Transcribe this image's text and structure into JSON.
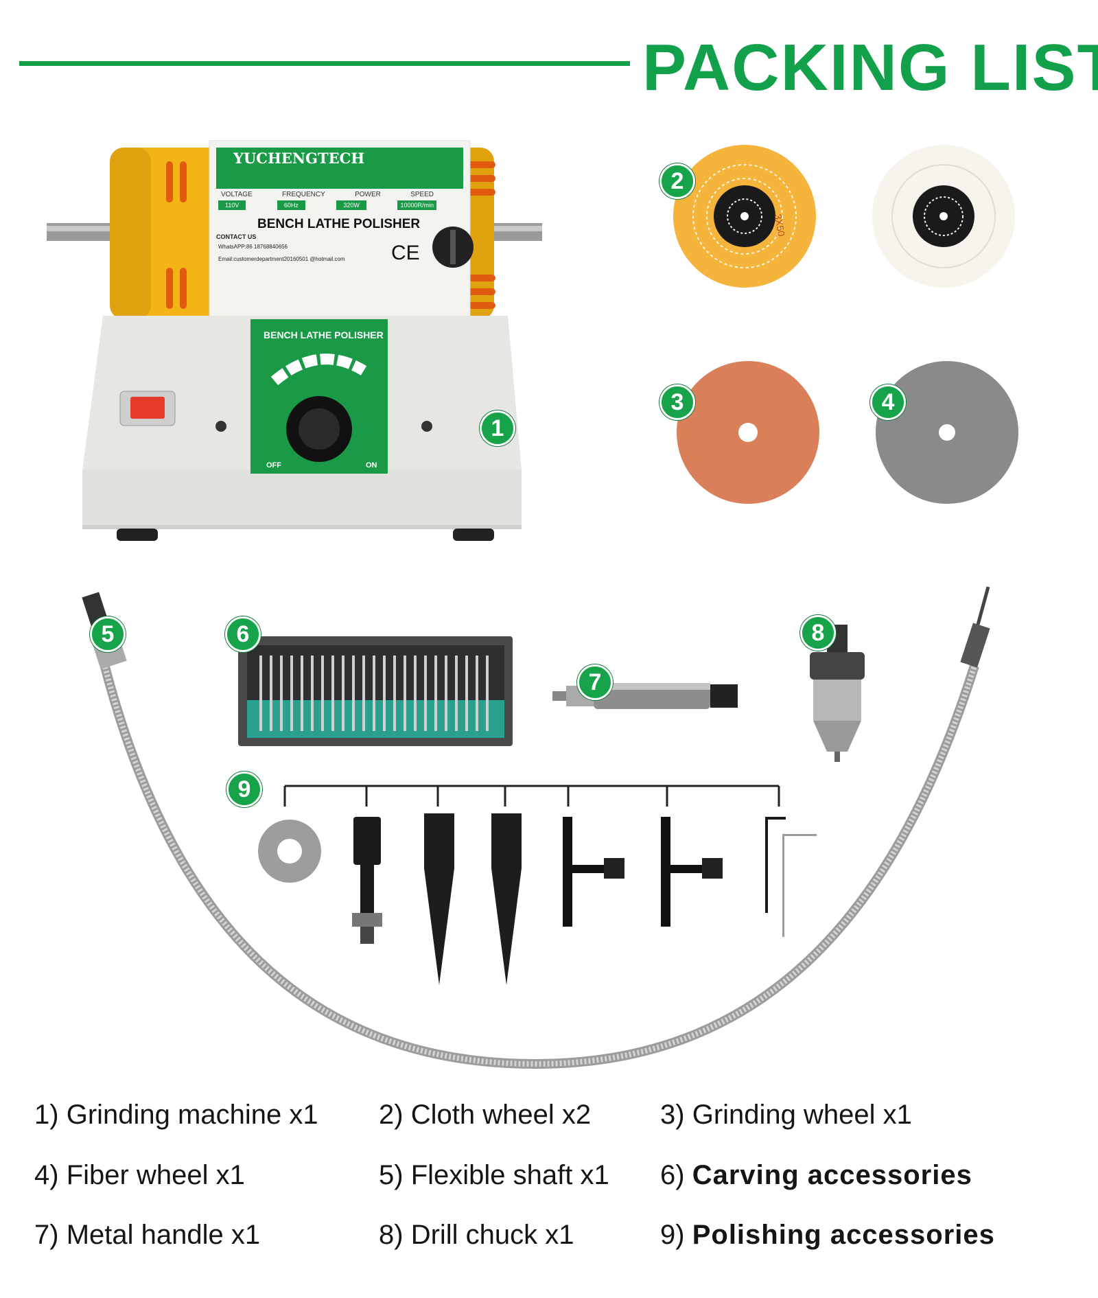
{
  "header": {
    "title": "PACKING LIST"
  },
  "machine": {
    "brand": "YUCHENGTECH",
    "spec_labels": [
      "VOLTAGE",
      "FREQUENCY",
      "POWER",
      "SPEED"
    ],
    "spec_values": [
      "110V",
      "60Hz",
      "320W",
      "10000R/min"
    ],
    "product_name": "BENCH LATHE POLISHER",
    "contact_title": "CONTACT US",
    "whatsapp": "WhatsAPP:86 18768840656",
    "email": "Email:customerdepartment20160501 @hotmail.com",
    "ce_mark": "CE",
    "panel_title": "BENCH LATHE POLISHER",
    "panel_off": "OFF",
    "panel_on": "ON"
  },
  "wheel_print": "3X50",
  "badges": [
    "1",
    "2",
    "3",
    "4",
    "5",
    "6",
    "7",
    "8",
    "9"
  ],
  "items": [
    {
      "num": "1)",
      "text": "Grinding machine x1"
    },
    {
      "num": "2)",
      "text": "Cloth wheel x2"
    },
    {
      "num": "3)",
      "text": "Grinding wheel x1"
    },
    {
      "num": "4)",
      "text": "Fiber wheel x1"
    },
    {
      "num": "5)",
      "text": "Flexible shaft x1"
    },
    {
      "num": "6)",
      "text": "Carving accessories"
    },
    {
      "num": "7)",
      "text": "Metal handle x1"
    },
    {
      "num": "8)",
      "text": "Drill chuck x1"
    },
    {
      "num": "9)",
      "text": "Polishing accessories"
    }
  ],
  "colors": {
    "brand_green": "#12a04a",
    "motor_yellow": "#f2b515",
    "base_grey": "#e6e6e2"
  }
}
